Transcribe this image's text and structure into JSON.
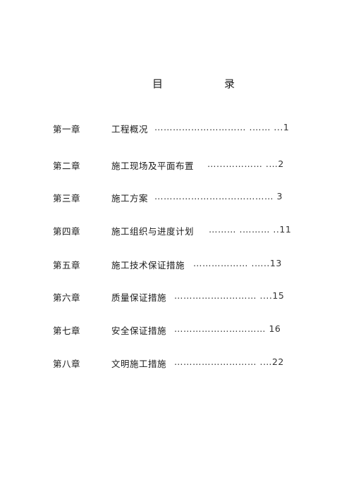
{
  "title": [
    "目",
    "录"
  ],
  "toc": [
    {
      "chapter": "第一章",
      "name": "工程概况",
      "leader": "………………………… .…… ...1"
    },
    {
      "chapter": "第二章",
      "name": "施工现场及平面布置",
      "leader": "…...………… .…2"
    },
    {
      "chapter": "第三章",
      "name": "施工方案",
      "leader": "………………………………… 3"
    },
    {
      "chapter": "第四章",
      "name": "施工组织与进度计划",
      "leader": "……… .……… ..11"
    },
    {
      "chapter": "第五章",
      "name": "施工技术保证措施",
      "leader": "……………… .…..13"
    },
    {
      "chapter": "第六章",
      "name": "质量保证措施",
      "leader": "……………………… ....15"
    },
    {
      "chapter": "第七章",
      "name": "安全保证措施",
      "leader": "………………………… 16"
    },
    {
      "chapter": "第八章",
      "name": "文明施工措施",
      "leader": "……………………… .…22"
    }
  ]
}
